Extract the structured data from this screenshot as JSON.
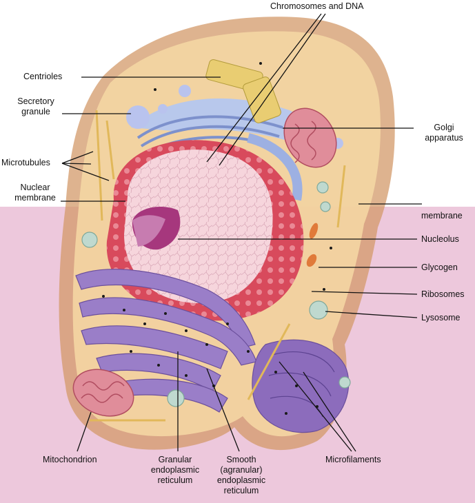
{
  "colors": {
    "band": "#edc8dc",
    "membrane": "#d39a6a",
    "cytoplasm": "#f6d8a4",
    "nucleus": "#f6d5dc",
    "envelope": "#d84a5c",
    "er": "#8f70bd",
    "golgi": "#aabde8",
    "mito": "#e08d9a"
  },
  "labels": {
    "chromosomes": "Chromosomes and DNA",
    "centrioles": "Centrioles",
    "secretory_1": "Secretory",
    "secretory_2": "granule",
    "golgi_1": "Golgi",
    "golgi_2": "apparatus",
    "microtubules": "Microtubules",
    "nuclear_1": "Nuclear",
    "nuclear_2": "membrane",
    "cell_membrane": "membrane",
    "nucleolus": "Nucleolus",
    "glycogen": "Glycogen",
    "ribosomes": "Ribosomes",
    "lysosome": "Lysosome",
    "mitochondrion": "Mitochondrion",
    "granular_1": "Granular",
    "granular_2": "endoplasmic",
    "granular_3": "reticulum",
    "smooth_1": "Smooth",
    "smooth_2": "(agranular)",
    "smooth_3": "endoplasmic",
    "smooth_4": "reticulum",
    "microfilaments": "Microfilaments"
  }
}
